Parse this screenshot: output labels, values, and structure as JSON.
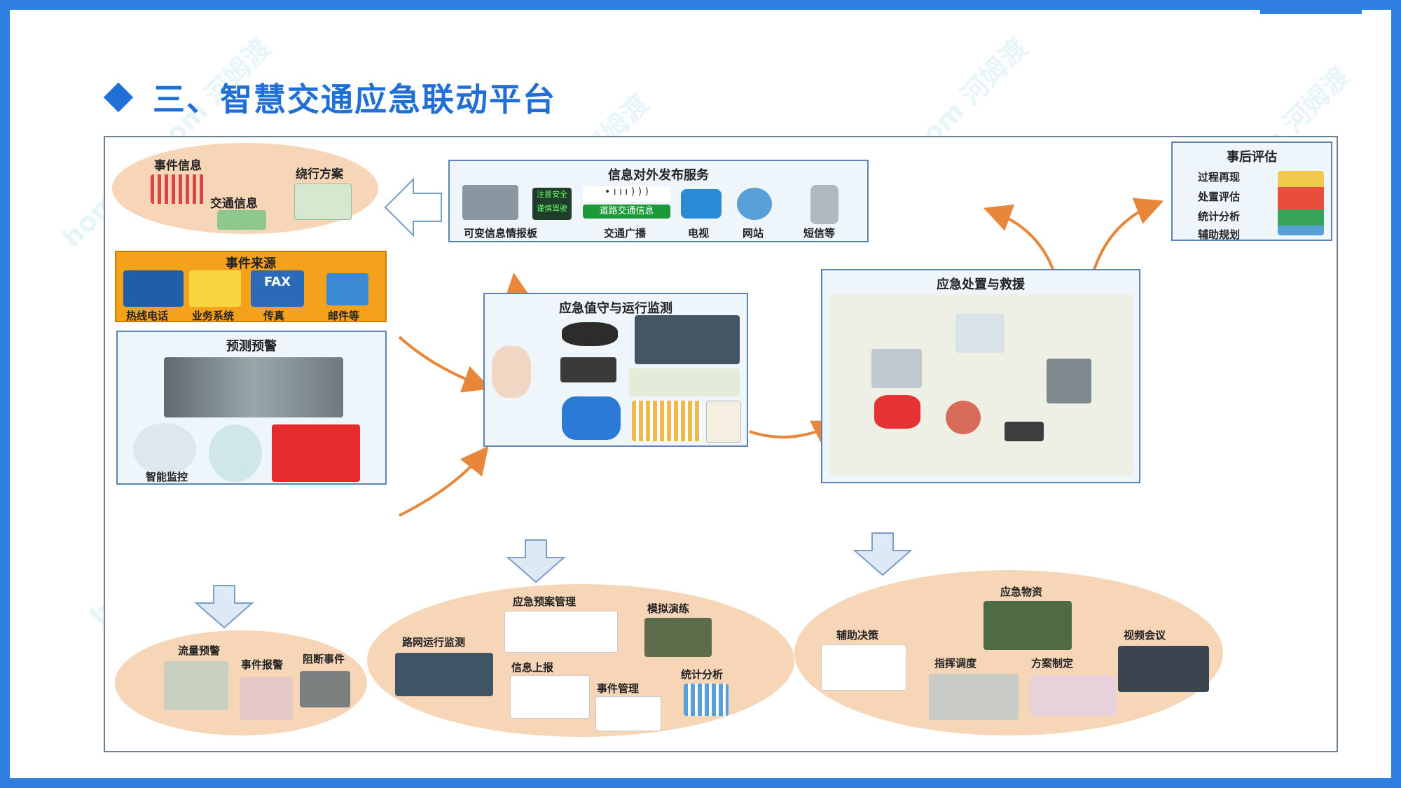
{
  "title": "三、智慧交通应急联动平台",
  "colors": {
    "accent": "#1f6fd6",
    "ellipse": "#f7d6b8",
    "box": "#eef6fc",
    "arrow": "#e8873a",
    "source": "#f4a21c"
  },
  "nodes": {
    "top_left": {
      "items": [
        "事件信息",
        "交通信息",
        "绕行方案"
      ]
    },
    "publish": {
      "title": "信息对外发布服务",
      "items": [
        "可变信息情报板",
        "交通广播",
        "电视",
        "网站",
        "短信等"
      ],
      "screen_text": "注意安全 谨慎驾驶",
      "banner_text": "道路交通信息",
      "radio_text": "• ı ı ı ) ) )"
    },
    "evaluate": {
      "title": "事后评估",
      "items": [
        "过程再现",
        "处置评估",
        "统计分析",
        "辅助规划"
      ]
    },
    "source": {
      "title": "事件来源",
      "items": [
        "热线电话",
        "业务系统",
        "传真",
        "邮件等"
      ],
      "fax": "FAX"
    },
    "forecast": {
      "title": "预测预警",
      "items": [
        "智能监控"
      ]
    },
    "monitor": {
      "title": "应急值守与运行监测"
    },
    "rescue": {
      "title": "应急处置与救援"
    },
    "bottom_left": {
      "items": [
        "流量预警",
        "事件报警",
        "阻断事件"
      ]
    },
    "bottom_mid": {
      "items": [
        "应急预案管理",
        "模拟演练",
        "路网运行监测",
        "信息上报",
        "事件管理",
        "统计分析"
      ]
    },
    "bottom_right": {
      "items": [
        "应急物资",
        "辅助决策",
        "视频会议",
        "指挥调度",
        "方案制定"
      ]
    }
  }
}
